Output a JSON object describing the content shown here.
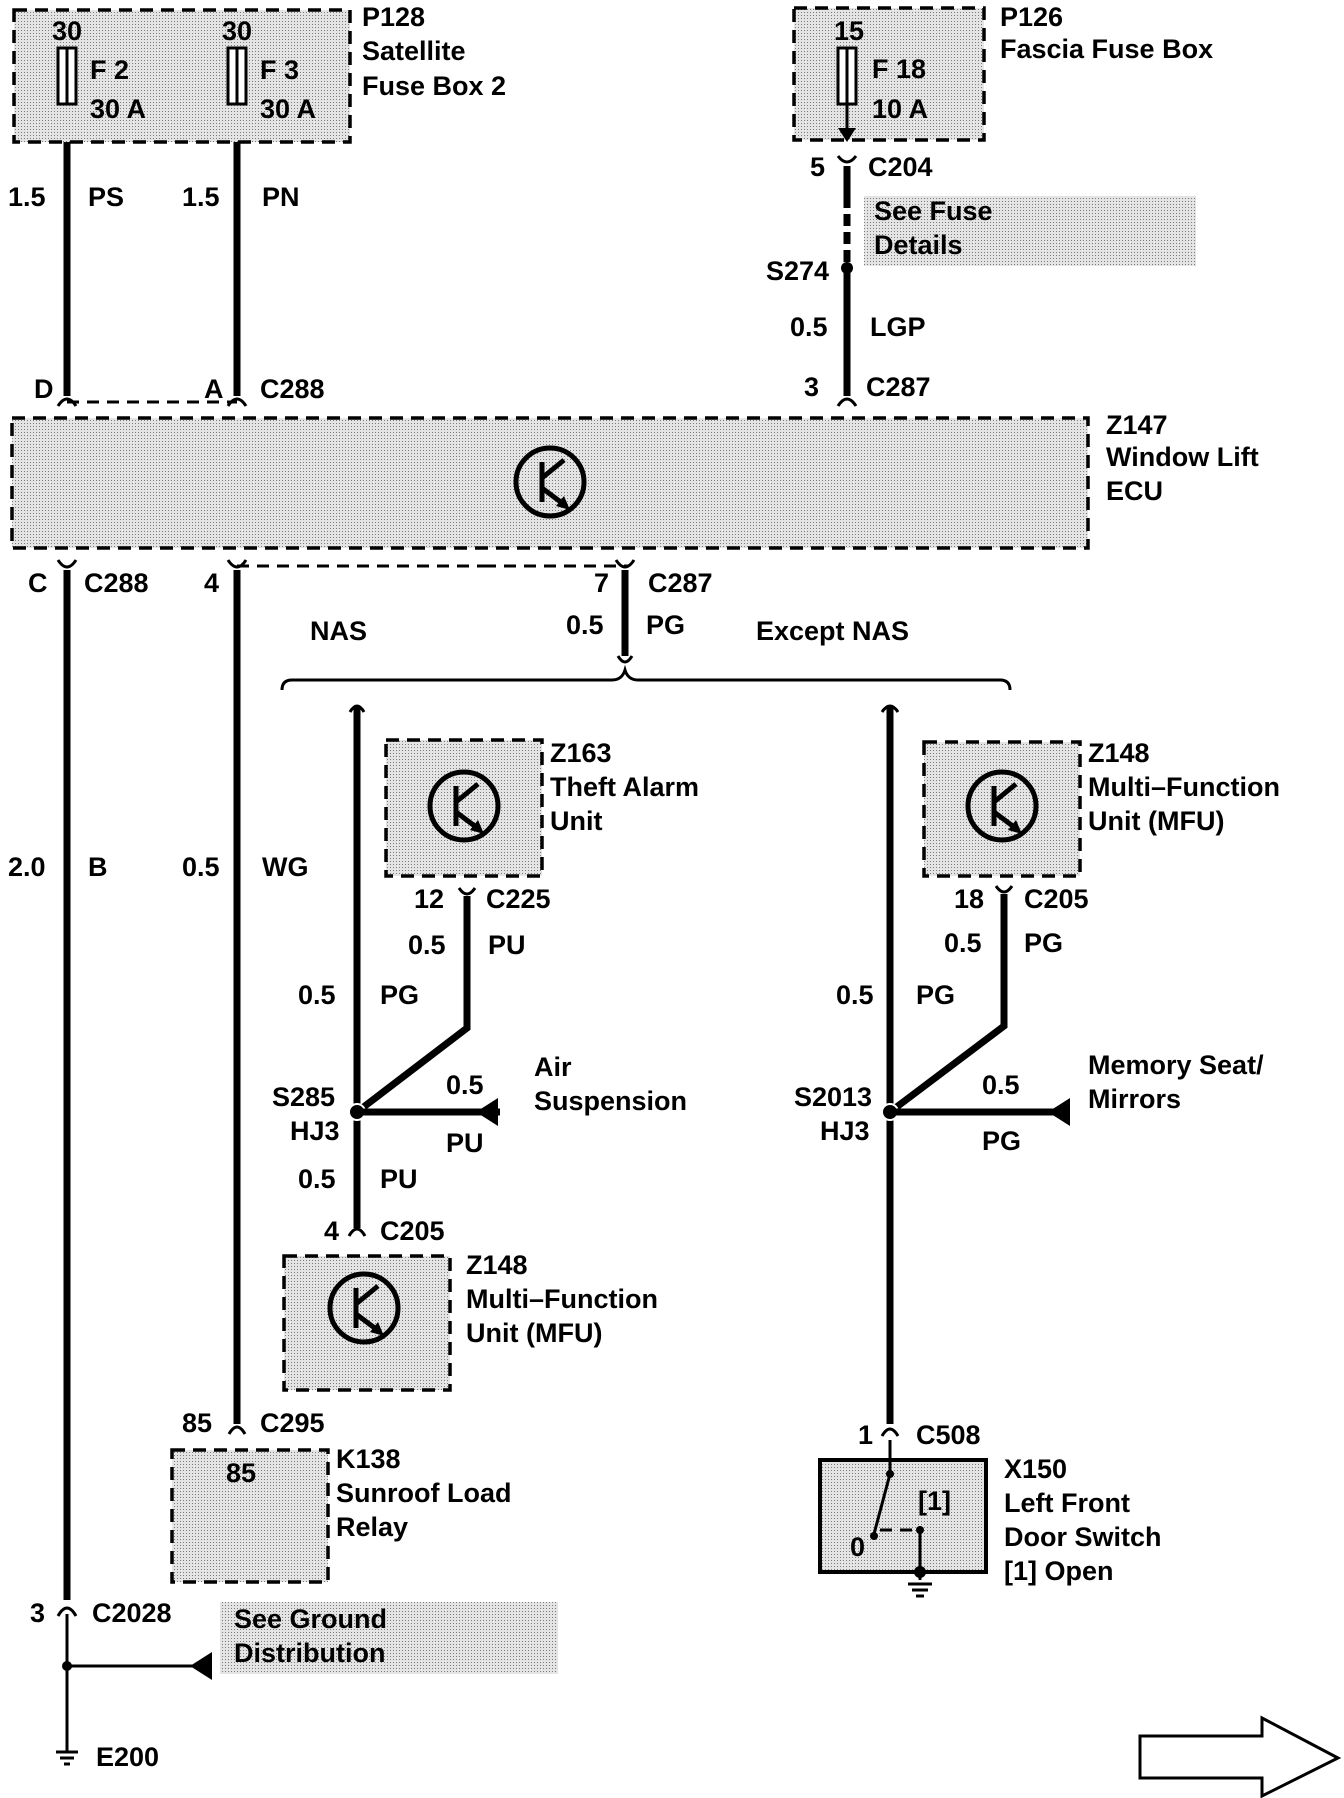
{
  "p128": {
    "fuse_a_pin": "30",
    "fuse_a_name": "F 2",
    "fuse_a_rating": "30 A",
    "fuse_b_pin": "30",
    "fuse_b_name": "F 3",
    "fuse_b_rating": "30 A",
    "id": "P128",
    "name_line1": "Satellite",
    "name_line2": "Fuse Box 2"
  },
  "p126": {
    "fuse_pin": "15",
    "fuse_name": "F 18",
    "fuse_rating": "10 A",
    "id": "P126",
    "name": "Fascia Fuse Box"
  },
  "wires_top": {
    "ps_size": "1.5",
    "ps_color": "PS",
    "pn_size": "1.5",
    "pn_color": "PN",
    "c204_pin": "5",
    "c204": "C204",
    "fuse_note_1": "See Fuse",
    "fuse_note_2": "Details",
    "s274": "S274",
    "lgp_size": "0.5",
    "lgp_color": "LGP",
    "pin_d": "D",
    "pin_a": "A",
    "c288_top": "C288",
    "c287_pin": "3",
    "c287_top": "C287"
  },
  "z147": {
    "id": "Z147",
    "name_line1": "Window Lift",
    "name_line2": "ECU"
  },
  "wires_mid": {
    "pin_c": "C",
    "c288_bottom": "C288",
    "pin_4": "4",
    "pin_7": "7",
    "c287_bottom": "C287",
    "pg_size": "0.5",
    "pg_color": "PG",
    "nas": "NAS",
    "except_nas": "Except NAS",
    "b_size": "2.0",
    "b_color": "B",
    "wg_size": "0.5",
    "wg_color": "WG"
  },
  "z163": {
    "id": "Z163",
    "name_line1": "Theft Alarm",
    "name_line2": "Unit"
  },
  "z148_right": {
    "id": "Z148",
    "name_line1": "Multi–Function",
    "name_line2": "Unit (MFU)"
  },
  "nas_branch": {
    "c225_pin": "12",
    "c225": "C225",
    "pu_size": "0.5",
    "pu_color": "PU",
    "pg_size": "0.5",
    "pg_color": "PG",
    "splice": "S285",
    "splice_sub": "HJ3",
    "air_size": "0.5",
    "air_color": "PU",
    "air_label_1": "Air",
    "air_label_2": "Suspension",
    "out_size": "0.5",
    "out_color": "PU",
    "c205_pin": "4",
    "c205": "C205"
  },
  "z148_left": {
    "id": "Z148",
    "name_line1": "Multi–Function",
    "name_line2": "Unit (MFU)"
  },
  "except_branch": {
    "c205_pin": "18",
    "c205": "C205",
    "pg_size_a": "0.5",
    "pg_color_a": "PG",
    "pg_size_b": "0.5",
    "pg_color_b": "PG",
    "splice": "S2013",
    "splice_sub": "HJ3",
    "mem_size": "0.5",
    "mem_color": "PG",
    "mem_label_1": "Memory Seat/",
    "mem_label_2": "Mirrors",
    "c508_pin": "1",
    "c508": "C508"
  },
  "k138": {
    "pin_label": "85",
    "c295_pin": "85",
    "c295": "C295",
    "id": "K138",
    "name_line1": "Sunroof Load",
    "name_line2": "Relay"
  },
  "x150": {
    "pos_1": "[1]",
    "pos_0": "0",
    "id": "X150",
    "name_line1": "Left Front",
    "name_line2": "Door Switch",
    "note": "[1]  Open"
  },
  "ground": {
    "c2028_pin": "3",
    "c2028": "C2028",
    "note_1": "See Ground",
    "note_2": "Distribution",
    "e200": "E200"
  }
}
